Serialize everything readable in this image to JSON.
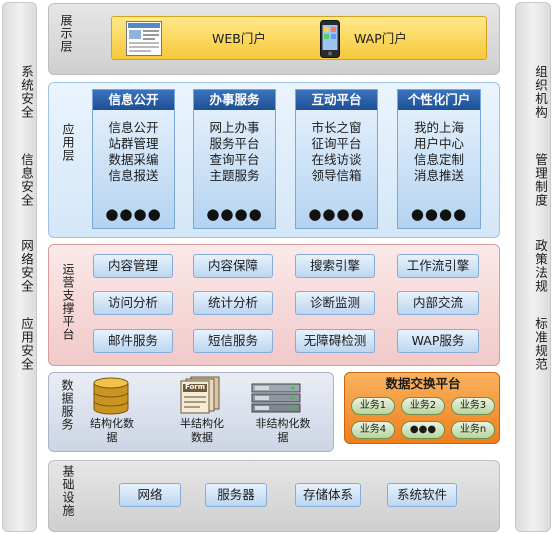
{
  "left_panel": {
    "items": [
      "系统安全",
      "信息安全",
      "网络安全",
      "应用安全"
    ]
  },
  "right_panel": {
    "items": [
      "组织机构",
      "管理制度",
      "政策法规",
      "标准规范"
    ]
  },
  "presentation": {
    "label": "展示层",
    "portals": [
      "WEB门户",
      "WAP门户"
    ]
  },
  "application": {
    "label": "应用层",
    "columns": [
      {
        "title": "信息公开",
        "items": [
          "信息公开",
          "站群管理",
          "数据采编",
          "信息报送"
        ],
        "more": "●●●●"
      },
      {
        "title": "办事服务",
        "items": [
          "网上办事",
          "服务平台",
          "查询平台",
          "主题服务"
        ],
        "more": "●●●●"
      },
      {
        "title": "互动平台",
        "items": [
          "市长之窗",
          "征询平台",
          "在线访谈",
          "领导信箱"
        ],
        "more": "●●●●"
      },
      {
        "title": "个性化门户",
        "items": [
          "我的上海",
          "用户中心",
          "信息定制",
          "消息推送"
        ],
        "more": "●●●●"
      }
    ]
  },
  "operations": {
    "label": "运营支撑平台",
    "rows": [
      [
        "内容管理",
        "内容保障",
        "搜索引擎",
        "工作流引擎"
      ],
      [
        "访问分析",
        "统计分析",
        "诊断监测",
        "内部交流"
      ],
      [
        "邮件服务",
        "短信服务",
        "无障碍检测",
        "WAP服务"
      ]
    ]
  },
  "data_services": {
    "label": "数据服务",
    "types": [
      "结构化数据",
      "半结构化数据",
      "非结构化数据"
    ],
    "form_icon_text": "Form"
  },
  "exchange": {
    "title": "数据交换平台",
    "services": [
      "业务1",
      "业务2",
      "业务3",
      "业务4",
      "●●●",
      "业务n"
    ]
  },
  "infrastructure": {
    "label": "基础设施",
    "items": [
      "网络",
      "服务器",
      "存储体系",
      "系统软件"
    ]
  },
  "colors": {
    "app_header": "#1d4f94",
    "presentation_bar": "#f6c83a",
    "exchange": "#ef7e1c",
    "service_pill": "#b9d49c"
  }
}
